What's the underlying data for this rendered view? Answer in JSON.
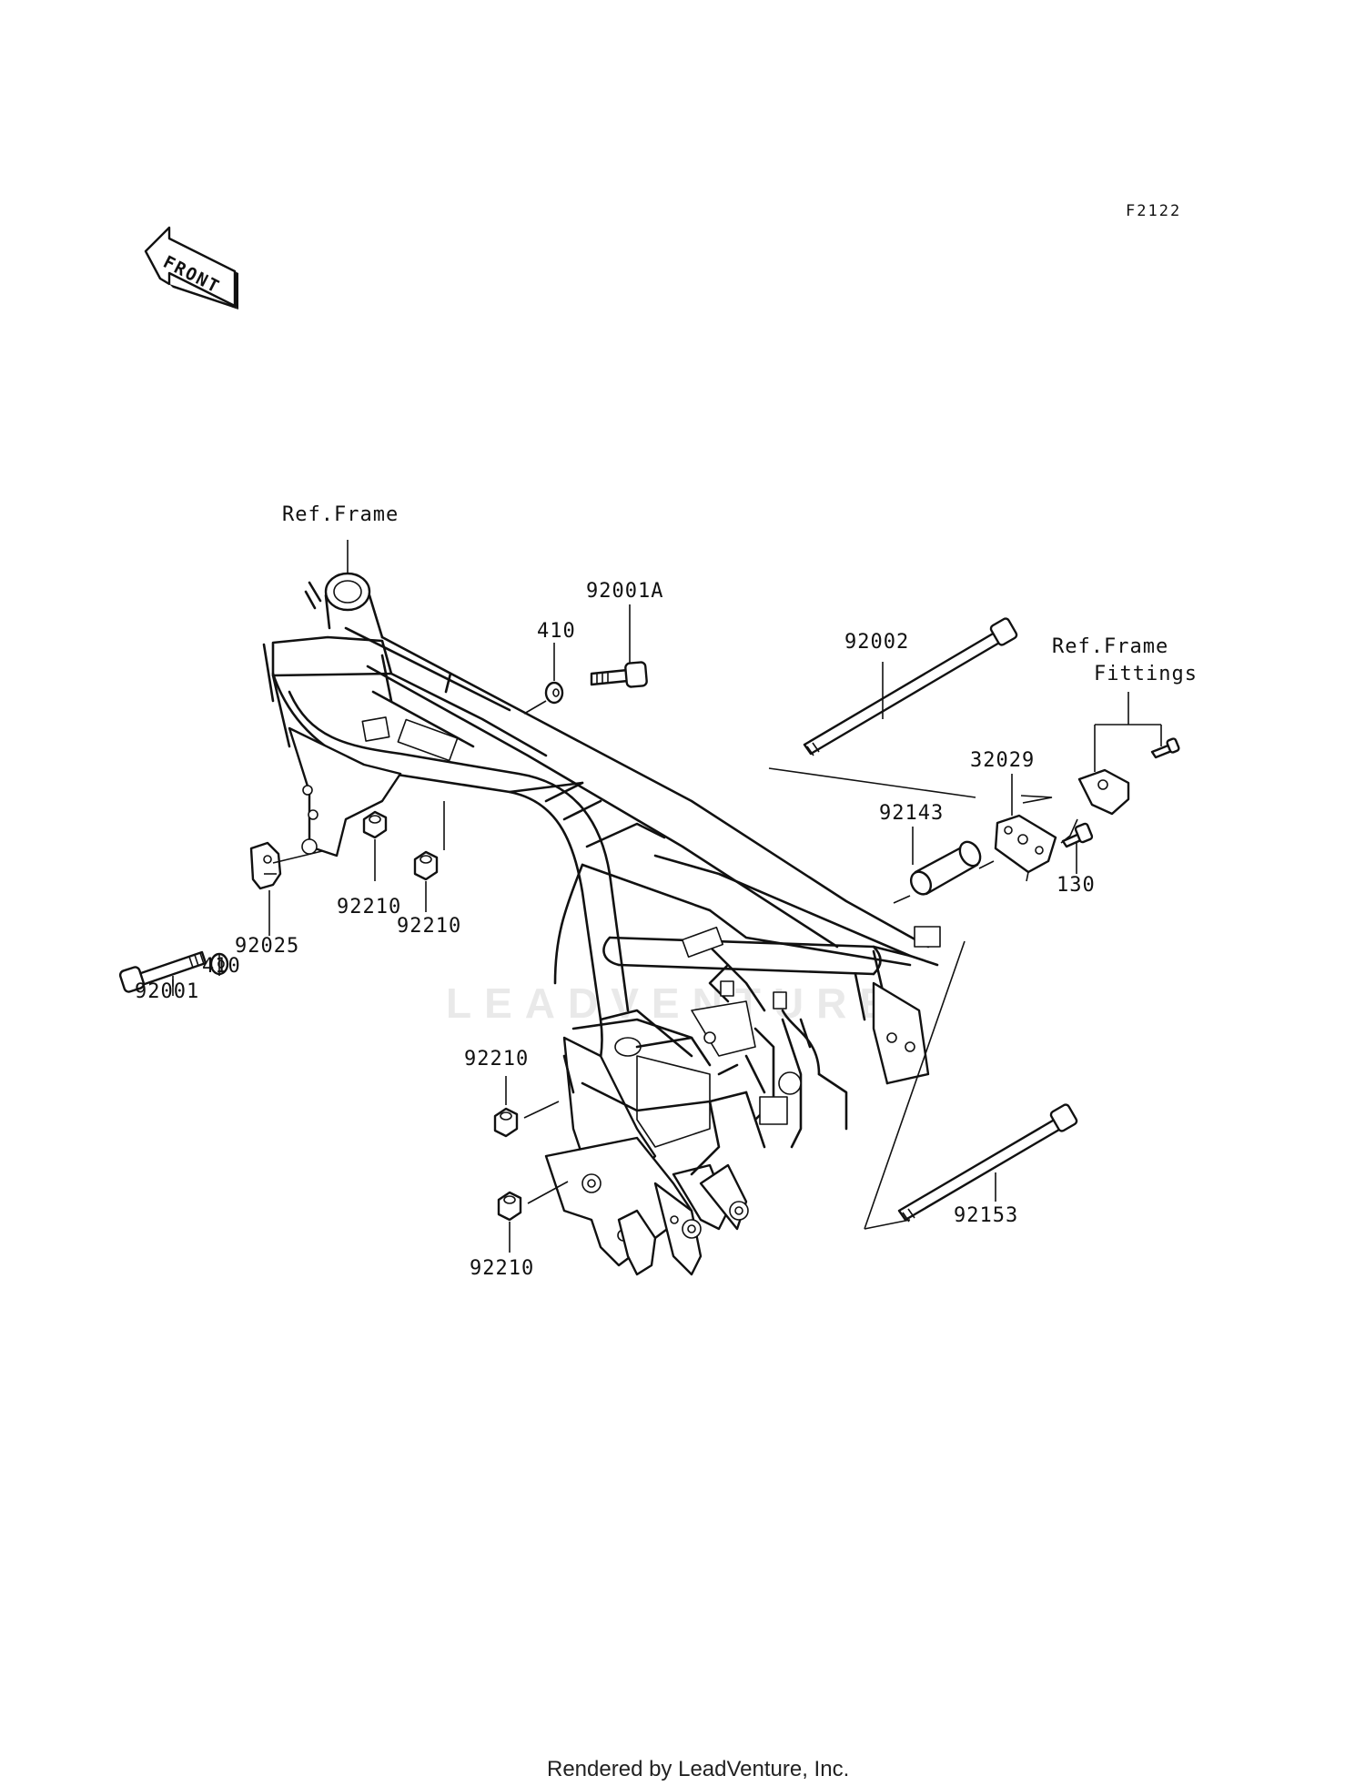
{
  "figure_code": "F2122",
  "front_arrow_label": "FRONT",
  "watermark": "LEADVENTURE",
  "footer": "Rendered by LeadVenture, Inc.",
  "labels": {
    "ref_frame": "Ref.Frame",
    "ref_frame_fittings_1": "Ref.Frame",
    "ref_frame_fittings_2": "Fittings",
    "p92001A": "92001A",
    "p410_top": "410",
    "p92002": "92002",
    "p32029": "32029",
    "p92143": "92143",
    "p130": "130",
    "p92210_a": "92210",
    "p92210_b": "92210",
    "p92025": "92025",
    "p410_left": "410",
    "p92001": "92001",
    "p92210_c": "92210",
    "p92210_d": "92210",
    "p92153": "92153"
  }
}
